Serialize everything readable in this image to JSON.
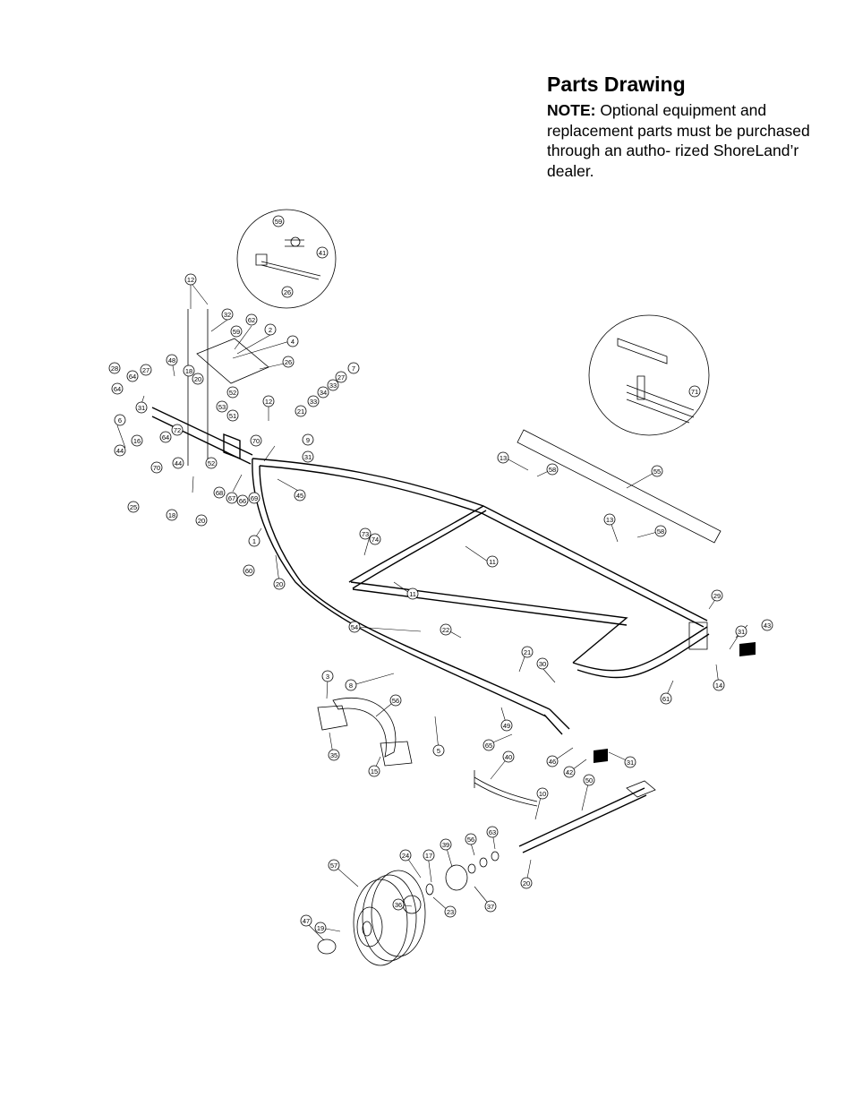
{
  "header": {
    "title": "Parts Drawing",
    "note_label": "NOTE:",
    "note_text": " Optional equipment and replacement parts must be purchased through an autho- rized ShoreLand’r dealer."
  },
  "callouts": [
    {
      "label": "59"
    },
    {
      "label": "41"
    },
    {
      "label": "26"
    },
    {
      "label": "12"
    },
    {
      "label": "32"
    },
    {
      "label": "62"
    },
    {
      "label": "59"
    },
    {
      "label": "2"
    },
    {
      "label": "4"
    },
    {
      "label": "26"
    },
    {
      "label": "48"
    },
    {
      "label": "28"
    },
    {
      "label": "27"
    },
    {
      "label": "64"
    },
    {
      "label": "18"
    },
    {
      "label": "7"
    },
    {
      "label": "27"
    },
    {
      "label": "33"
    },
    {
      "label": "34"
    },
    {
      "label": "33"
    },
    {
      "label": "21"
    },
    {
      "label": "20"
    },
    {
      "label": "52"
    },
    {
      "label": "64"
    },
    {
      "label": "6"
    },
    {
      "label": "31"
    },
    {
      "label": "53"
    },
    {
      "label": "51"
    },
    {
      "label": "12"
    },
    {
      "label": "72"
    },
    {
      "label": "64"
    },
    {
      "label": "16"
    },
    {
      "label": "44"
    },
    {
      "label": "70"
    },
    {
      "label": "9"
    },
    {
      "label": "70"
    },
    {
      "label": "44"
    },
    {
      "label": "52"
    },
    {
      "label": "31"
    },
    {
      "label": "45"
    },
    {
      "label": "68"
    },
    {
      "label": "67"
    },
    {
      "label": "66"
    },
    {
      "label": "69"
    },
    {
      "label": "25"
    },
    {
      "label": "18"
    },
    {
      "label": "20"
    },
    {
      "label": "1"
    },
    {
      "label": "60"
    },
    {
      "label": "20"
    },
    {
      "label": "71"
    },
    {
      "label": "13"
    },
    {
      "label": "58"
    },
    {
      "label": "55"
    },
    {
      "label": "13"
    },
    {
      "label": "58"
    },
    {
      "label": "73"
    },
    {
      "label": "74"
    },
    {
      "label": "11"
    },
    {
      "label": "11"
    },
    {
      "label": "29"
    },
    {
      "label": "43"
    },
    {
      "label": "31"
    },
    {
      "label": "14"
    },
    {
      "label": "54"
    },
    {
      "label": "22"
    },
    {
      "label": "21"
    },
    {
      "label": "30"
    },
    {
      "label": "61"
    },
    {
      "label": "3"
    },
    {
      "label": "8"
    },
    {
      "label": "56"
    },
    {
      "label": "49"
    },
    {
      "label": "5"
    },
    {
      "label": "65"
    },
    {
      "label": "35"
    },
    {
      "label": "15"
    },
    {
      "label": "46"
    },
    {
      "label": "42"
    },
    {
      "label": "31"
    },
    {
      "label": "40"
    },
    {
      "label": "10"
    },
    {
      "label": "50"
    },
    {
      "label": "24"
    },
    {
      "label": "17"
    },
    {
      "label": "39"
    },
    {
      "label": "56"
    },
    {
      "label": "63"
    },
    {
      "label": "57"
    },
    {
      "label": "36"
    },
    {
      "label": "23"
    },
    {
      "label": "37"
    },
    {
      "label": "20"
    },
    {
      "label": "19"
    },
    {
      "label": "47"
    }
  ]
}
